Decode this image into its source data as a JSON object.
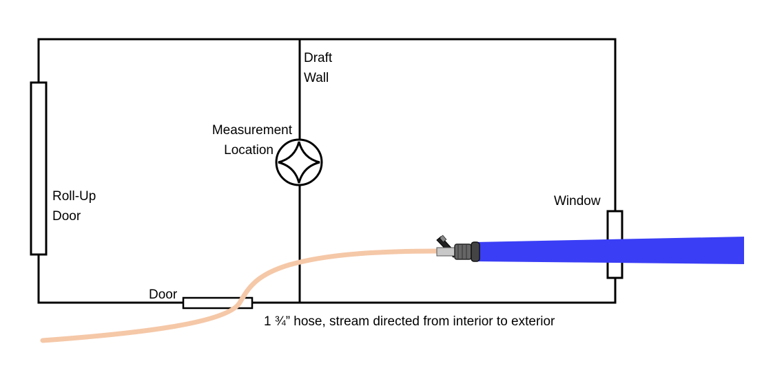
{
  "labels": {
    "draft_wall_line1": "Draft",
    "draft_wall_line2": "Wall",
    "measurement_line1": "Measurement",
    "measurement_line2": "Location",
    "rollup_line1": "Roll-Up",
    "rollup_line2": "Door",
    "window": "Window",
    "door": "Door",
    "caption": "1 ¾” hose, stream directed from interior to exterior"
  },
  "colors": {
    "walls": "#000000",
    "hose": "#f5c8a8",
    "stream": "#3a3ef5",
    "nozzle_body": "#555555",
    "background": "#ffffff"
  },
  "icons": {
    "measurement": "four-point-star-in-circle",
    "nozzle": "fire-hose-nozzle"
  }
}
